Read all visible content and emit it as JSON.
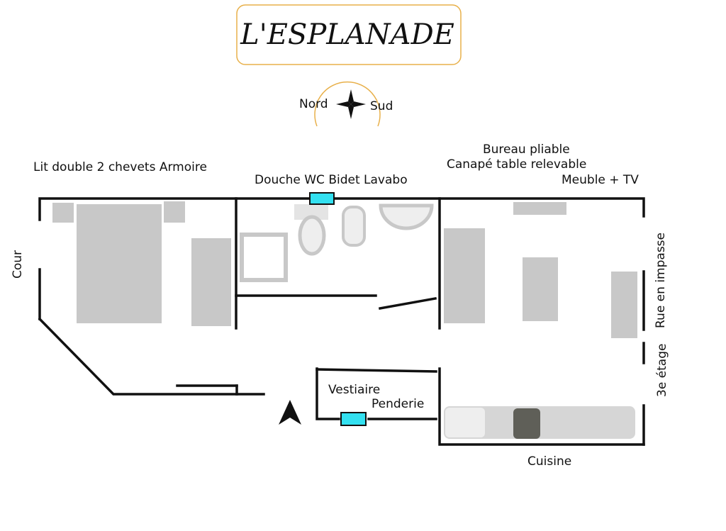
{
  "title": "L'ESPLANADE",
  "compass": {
    "left_label": "Nord",
    "right_label": "Sud"
  },
  "labels": {
    "bedroom": "Lit double  2 chevets  Armoire",
    "bathroom": "Douche  WC  Bidet  Lavabo",
    "living_line1": "Bureau pliable",
    "living_line2": "Canapé  table relevable",
    "living_line3": "Meuble + TV",
    "courtyard": "Cour",
    "street": "Rue en impasse",
    "floor": "3e étage",
    "cloakroom": "Vestiaire",
    "wardrobe": "Penderie",
    "kitchen": "Cuisine"
  },
  "colors": {
    "accent": "#e8b04a",
    "window": "#33e0f0",
    "wall": "#111111",
    "furniture": "#c8c8c8"
  }
}
